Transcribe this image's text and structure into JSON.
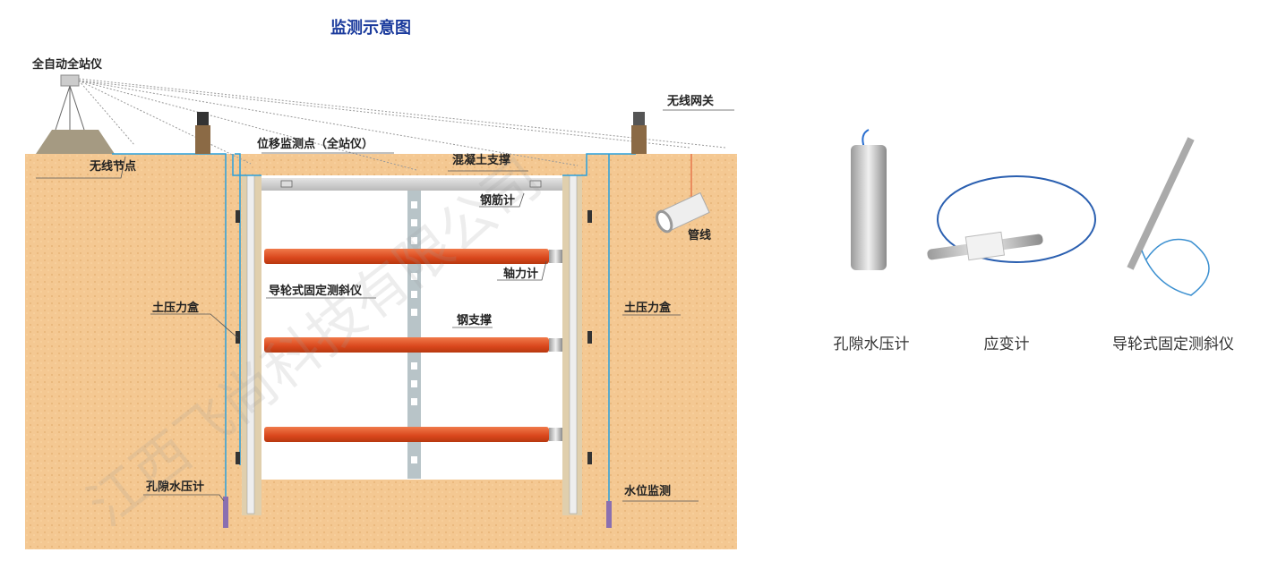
{
  "title": "监测示意图",
  "diagram_labels": {
    "total_station": "全自动全站仪",
    "wireless_node": "无线节点",
    "displacement_point": "位移监测点（全站仪）",
    "concrete_support": "混凝土支撑",
    "wireless_gateway": "无线网关",
    "rebar_meter": "钢筋计",
    "pipeline": "管线",
    "axial_force_meter": "轴力计",
    "inclinometer": "导轮式固定测斜仪",
    "earth_pressure_left": "土压力盒",
    "earth_pressure_right": "土压力盒",
    "steel_support": "钢支撑",
    "piezometer": "孔隙水压计",
    "water_level": "水位监测"
  },
  "watermark": "江西飞尚科技有限公司",
  "products": [
    {
      "label": "孔隙水压计"
    },
    {
      "label": "应变计"
    },
    {
      "label": "导轮式固定测斜仪"
    }
  ],
  "colors": {
    "title": "#1a3a9c",
    "soil": "#f2c48d",
    "strut": "#d94a1e",
    "cable": "#2aa0dc"
  }
}
